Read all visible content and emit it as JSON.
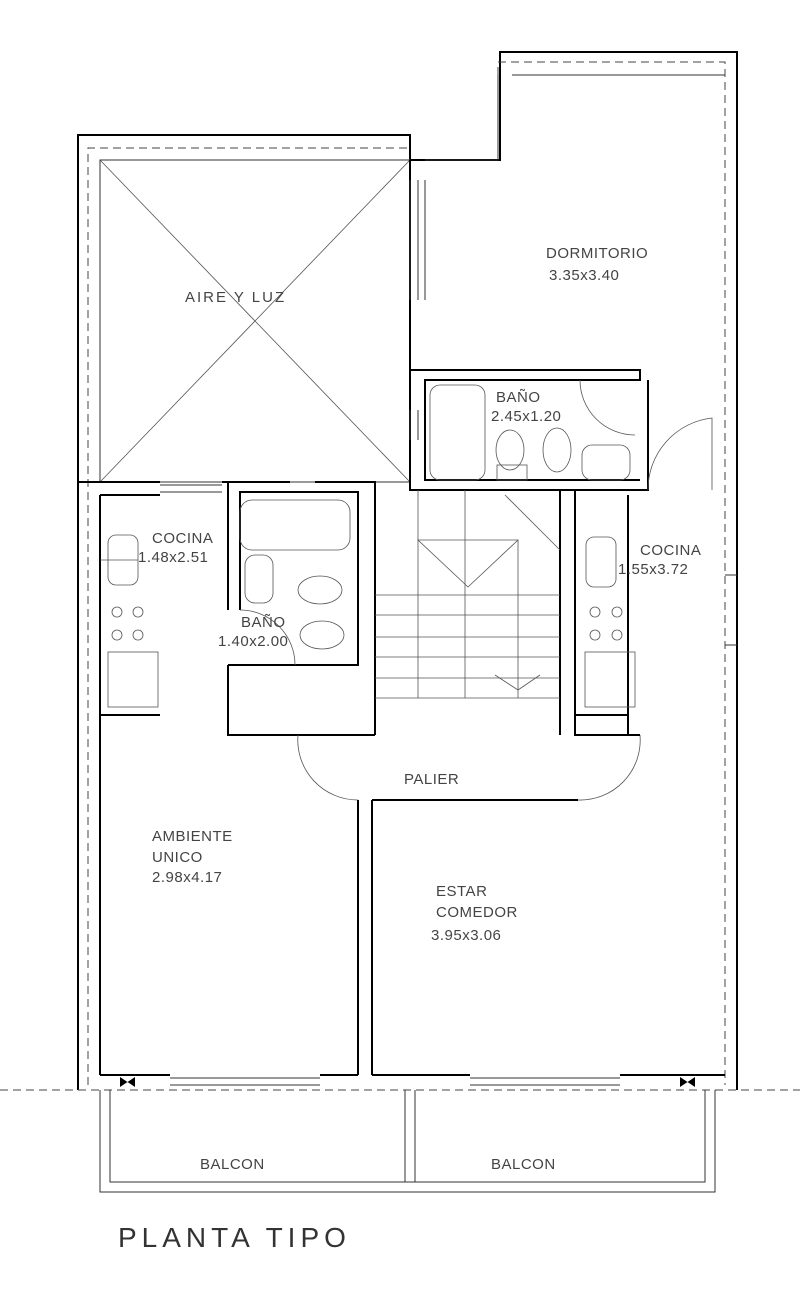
{
  "title": "PLANTA TIPO",
  "rooms": {
    "aire_luz": {
      "name": "AIRE Y LUZ"
    },
    "dormitorio": {
      "name": "DORMITORIO",
      "size": "3.35x3.40"
    },
    "bano_1": {
      "name": "BAÑO",
      "size": "2.45x1.20"
    },
    "cocina_1": {
      "name": "COCINA",
      "size": "1.48x2.51"
    },
    "bano_2": {
      "name": "BAÑO",
      "size": "1.40x2.00"
    },
    "cocina_2": {
      "name": "COCINA",
      "size": "1.55x3.72"
    },
    "palier": {
      "name": "PALIER"
    },
    "ambiente": {
      "name": "AMBIENTE",
      "name2": "UNICO",
      "size": "2.98x4.17"
    },
    "estar": {
      "name": "ESTAR",
      "name2": "COMEDOR",
      "size": "3.95x3.06"
    },
    "balcon_1": {
      "name": "BALCON"
    },
    "balcon_2": {
      "name": "BALCON"
    }
  }
}
